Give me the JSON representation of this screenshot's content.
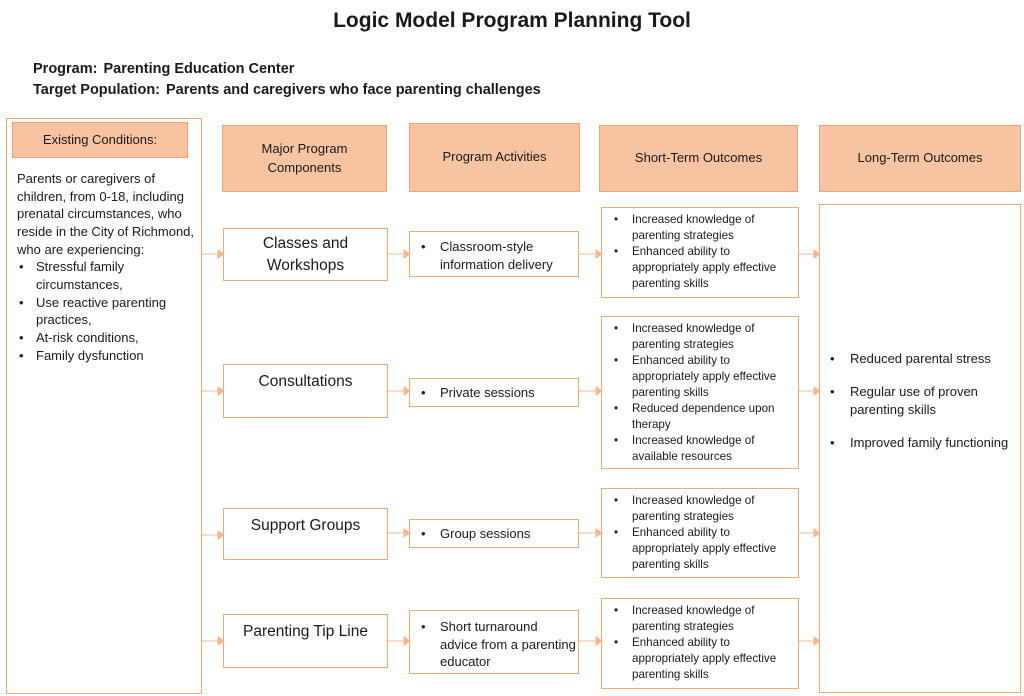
{
  "title": "Logic Model Program Planning Tool",
  "program": {
    "label": "Program:",
    "value": "Parenting Education Center"
  },
  "target": {
    "label": "Target Population:",
    "value": "Parents and caregivers who face parenting challenges"
  },
  "headers": {
    "existing": "Existing Conditions:",
    "components": "Major Program Components",
    "activities": "Program Activities",
    "short_term": "Short-Term Outcomes",
    "long_term": "Long-Term Outcomes"
  },
  "existing_conditions": {
    "intro": "Parents or caregivers of children, from 0-18, including prenatal circumstances, who reside in the City of Richmond, who are experiencing:",
    "items": [
      "Stressful family circumstances,",
      "Use reactive parenting practices,",
      "At-risk conditions,",
      "Family dysfunction"
    ]
  },
  "rows": [
    {
      "component": "Classes and Workshops",
      "activity": "Classroom-style information delivery",
      "outcomes": [
        "Increased knowledge of parenting strategies",
        "Enhanced ability to appropriately apply effective parenting skills"
      ]
    },
    {
      "component": "Consultations",
      "activity": "Private sessions",
      "outcomes": [
        "Increased knowledge of parenting strategies",
        "Enhanced ability to appropriately apply effective parenting skills",
        "Reduced dependence upon therapy",
        "Increased knowledge of available resources"
      ]
    },
    {
      "component": "Support Groups",
      "activity": "Group sessions",
      "outcomes": [
        "Increased knowledge of parenting strategies",
        "Enhanced ability to appropriately apply effective parenting skills"
      ]
    },
    {
      "component": "Parenting Tip Line",
      "activity": "Short turnaround advice from a parenting educator",
      "outcomes": [
        "Increased knowledge of parenting strategies",
        "Enhanced ability to appropriately apply effective parenting skills"
      ]
    }
  ],
  "long_term_outcomes": [
    "Reduced parental stress",
    "Regular use of proven parenting skills",
    "Improved family functioning"
  ],
  "colors": {
    "header_fill": "#f7c3a1",
    "border": "#f0a878",
    "arrow": "#f2b894"
  }
}
